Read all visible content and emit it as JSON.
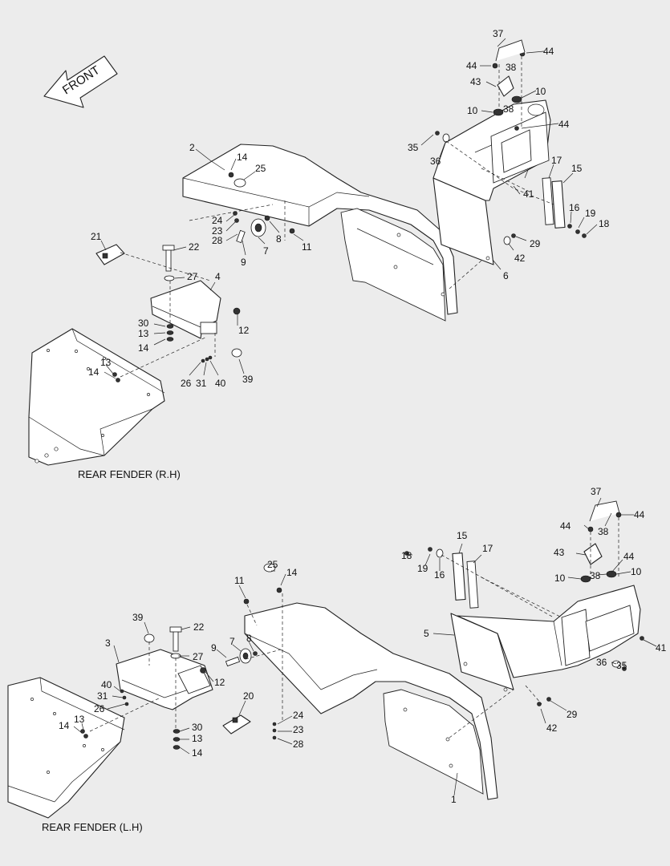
{
  "direction_arrow": {
    "label": "FRONT"
  },
  "captions": {
    "upper": "REAR FENDER (R.H)",
    "lower": "REAR FENDER (L.H)"
  },
  "upper_labels": {
    "l37": "37",
    "l44a": "44",
    "l38a": "38",
    "l44b": "44",
    "l43": "43",
    "l10a": "10",
    "l38b": "38",
    "l10b": "10",
    "l44c": "44",
    "l35": "35",
    "l36": "36",
    "l2": "2",
    "l14a": "14",
    "l25": "25",
    "l17": "17",
    "l15": "15",
    "l41": "41",
    "l16": "16",
    "l19": "19",
    "l18": "18",
    "l24": "24",
    "l23": "23",
    "l28": "28",
    "l8": "8",
    "l11": "11",
    "l9": "9",
    "l7": "7",
    "l21": "21",
    "l22": "22",
    "l27": "27",
    "l4": "4",
    "l29": "29",
    "l42": "42",
    "l6": "6",
    "l30": "30",
    "l13a": "13",
    "l14b": "14",
    "l12": "12",
    "l13b": "13",
    "l14c": "14",
    "l26": "26",
    "l31": "31",
    "l40": "40",
    "l39": "39"
  },
  "lower_labels": {
    "l37": "37",
    "l44a": "44",
    "l44b": "44",
    "l38a": "38",
    "l15": "15",
    "l17": "17",
    "l18": "18",
    "l43": "43",
    "l44c": "44",
    "l19": "19",
    "l16": "16",
    "l10a": "10",
    "l38b": "38",
    "l10b": "10",
    "l25": "25",
    "l14a": "14",
    "l11": "11",
    "l5": "5",
    "l41": "41",
    "l39": "39",
    "l22": "22",
    "l9": "9",
    "l7": "7",
    "l8": "8",
    "l3": "3",
    "l27": "27",
    "l12": "12",
    "l36": "36",
    "l35": "35",
    "l40": "40",
    "l31": "31",
    "l26": "26",
    "l20": "20",
    "l29": "29",
    "l13a": "13",
    "l14b": "14",
    "l24": "24",
    "l30": "30",
    "l23": "23",
    "l42": "42",
    "l13b": "13",
    "l28": "28",
    "l14c": "14",
    "l1": "1"
  }
}
